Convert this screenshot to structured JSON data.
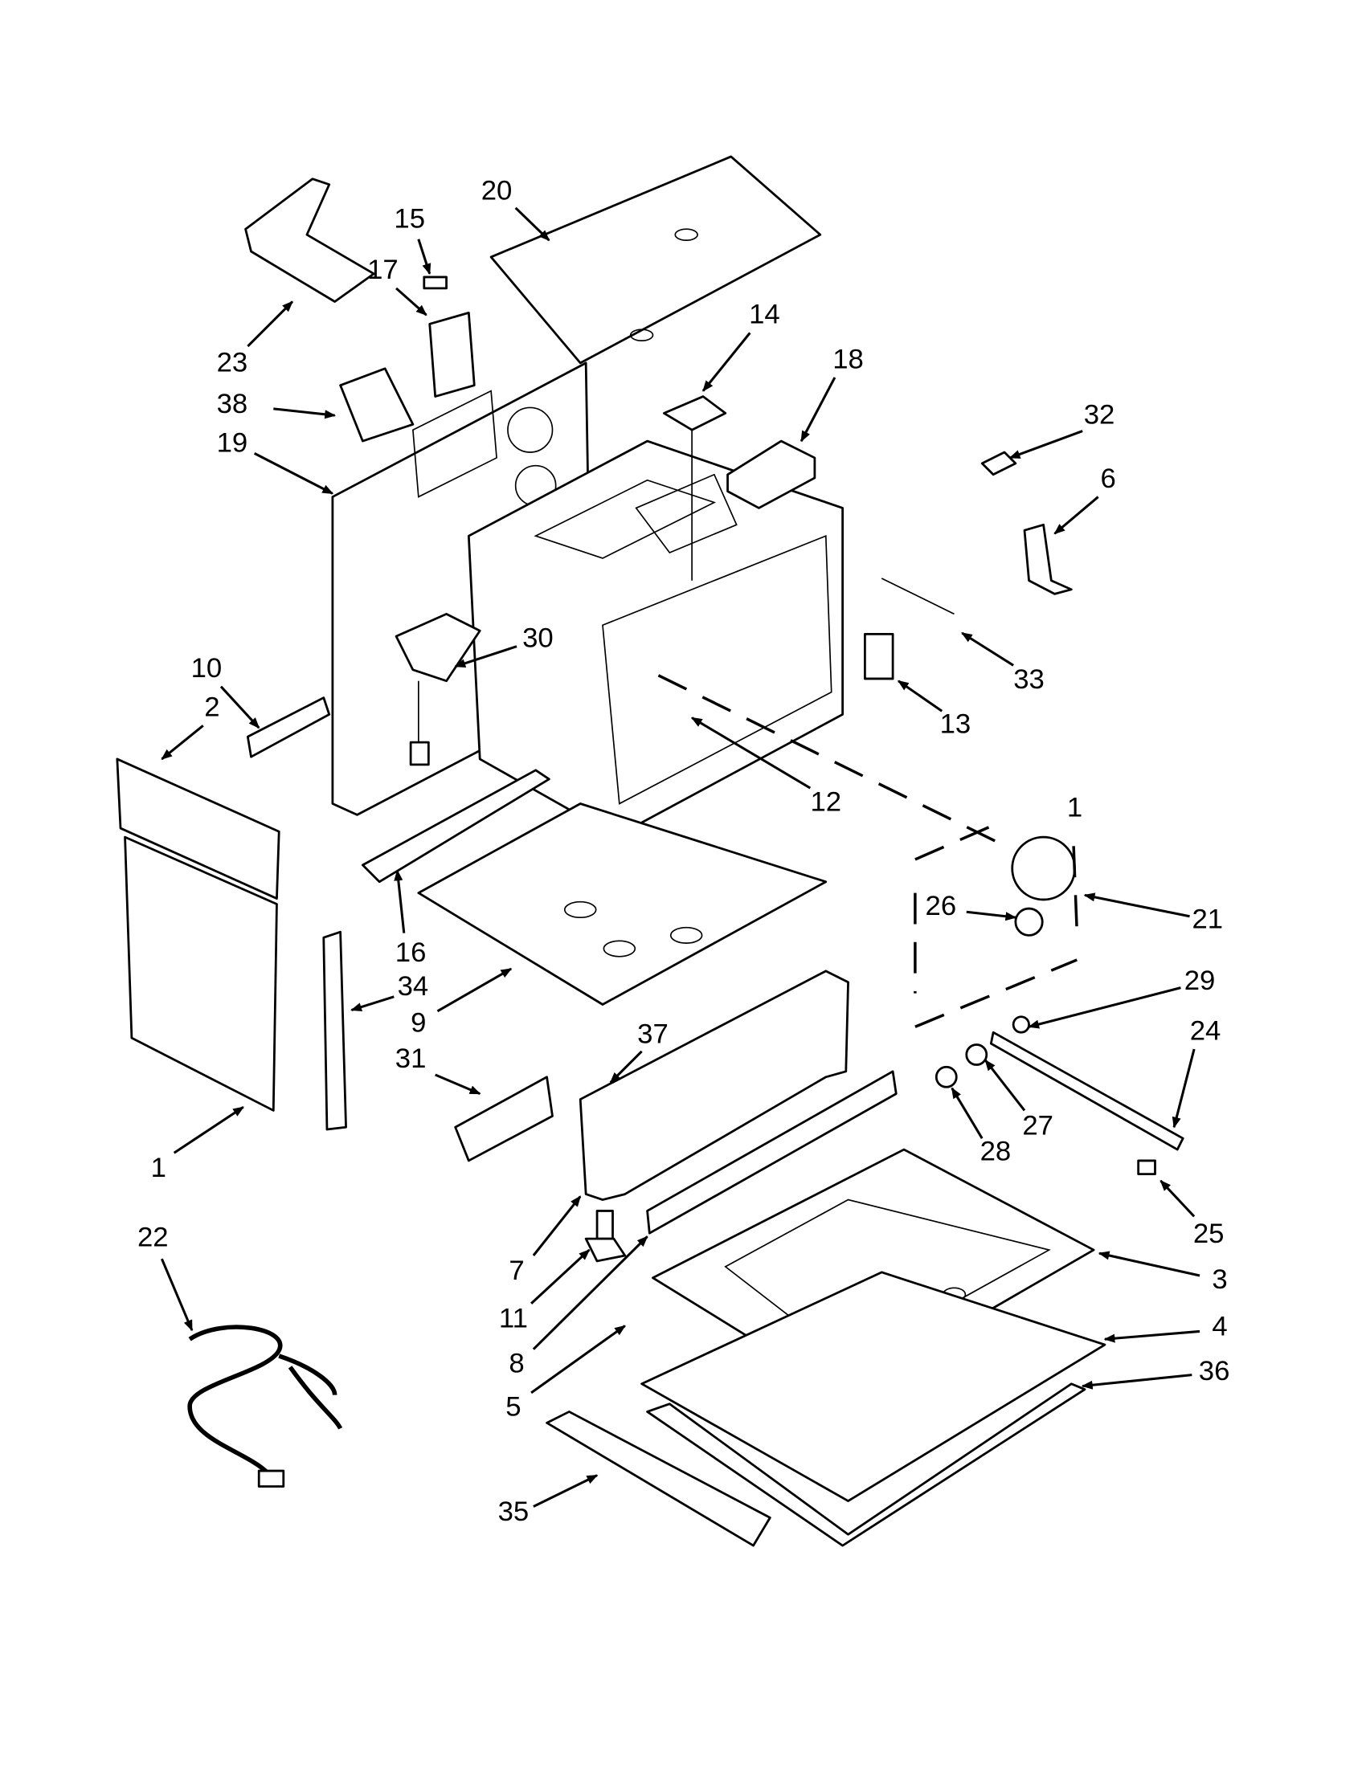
{
  "diagram": {
    "type": "exploded-parts-diagram",
    "callouts": [
      "20",
      "15",
      "17",
      "23",
      "14",
      "18",
      "38",
      "19",
      "32",
      "6",
      "30",
      "10",
      "2",
      "33",
      "13",
      "12",
      "1",
      "16",
      "26",
      "21",
      "34",
      "9",
      "29",
      "24",
      "37",
      "31",
      "27",
      "28",
      "1",
      "25",
      "7",
      "3",
      "11",
      "4",
      "8",
      "36",
      "5",
      "22",
      "35"
    ]
  }
}
